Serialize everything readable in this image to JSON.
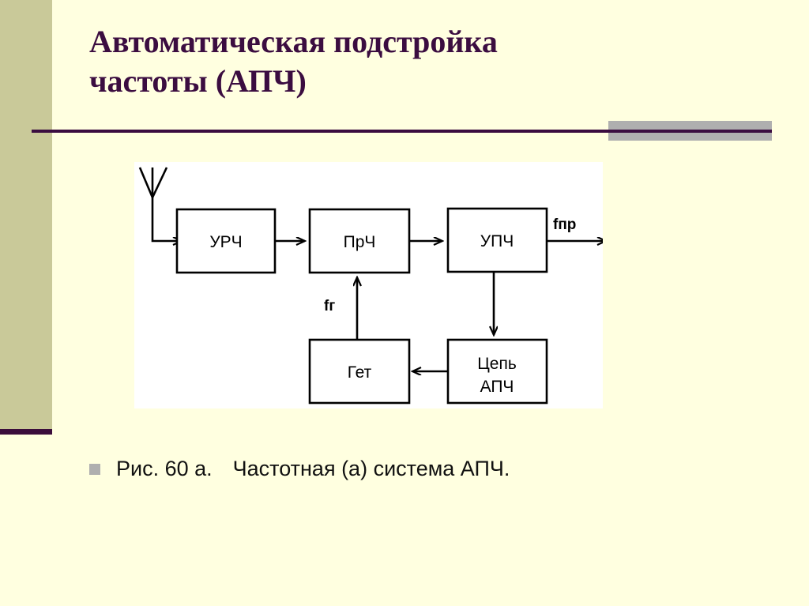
{
  "slide": {
    "background_color": "#FFFFE0",
    "band_color": "#C9C999",
    "accent_color": "#3B0D40",
    "grey_accent_color": "#AFAFAF"
  },
  "title": {
    "line1": "Автоматическая подстройка",
    "line2": "частоты (АПЧ)"
  },
  "diagram": {
    "blocks": [
      {
        "id": "urch",
        "label": "УРЧ"
      },
      {
        "id": "prch",
        "label": "ПрЧ"
      },
      {
        "id": "upch",
        "label": "УПЧ"
      },
      {
        "id": "get",
        "label": "Гет"
      },
      {
        "id": "tsep_apch",
        "label_line1": "Цепь",
        "label_line2": "АПЧ"
      }
    ],
    "signal_labels": {
      "output": "fпр",
      "heterodyne": "fг"
    }
  },
  "caption": {
    "figure": "Рис. 60 а.",
    "text": "Частотная (а) система АПЧ."
  }
}
